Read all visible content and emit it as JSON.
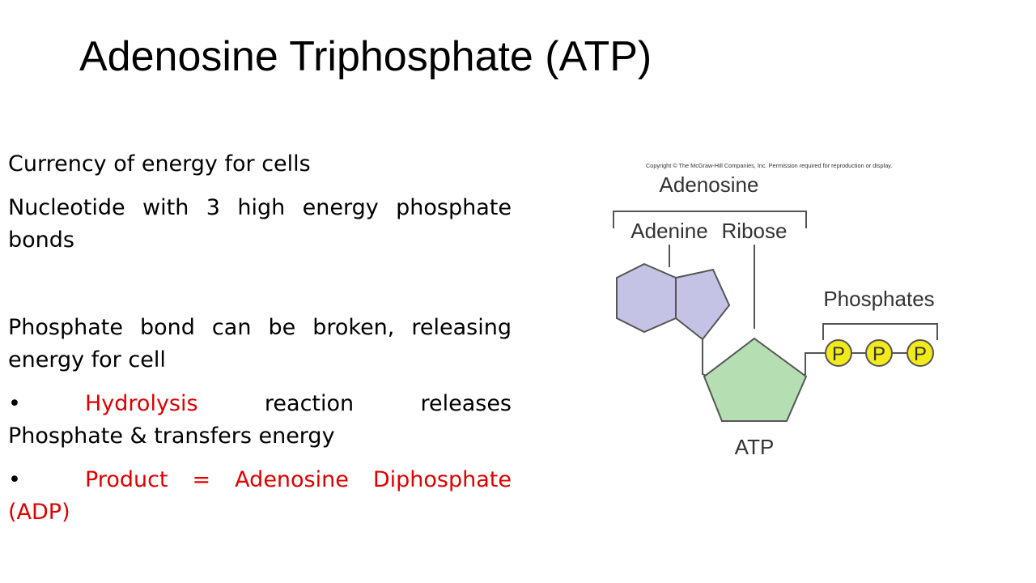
{
  "slide": {
    "title": "Adenosine Triphosphate (ATP)"
  },
  "body": {
    "point1": "Currency of energy for cells",
    "point2": "Nucleotide with 3 high energy phosphate bonds",
    "point3": "Phosphate bond can be broken, releasing energy for cell",
    "sub1": {
      "bullet": "•",
      "highlight": "Hydrolysis",
      "rest": " reaction releases Phosphate & transfers energy"
    },
    "sub2": {
      "bullet": "•",
      "highlight": "Product = Adenosine Diphosphate (ADP)"
    }
  },
  "diagram": {
    "copyright": "Copyright © The McGraw-Hill Companies, Inc. Permission required for reproduction or display.",
    "adenosine_label": "Adenosine",
    "adenine_label": "Adenine",
    "ribose_label": "Ribose",
    "phosphates_label": "Phosphates",
    "phosphate_symbol": "P",
    "atp_label": "ATP",
    "colors": {
      "adenine_fill": "#c5c3e5",
      "ribose_fill": "#b5dfb3",
      "phosphate_fill": "#f2ea1a",
      "stroke": "#555555"
    }
  }
}
